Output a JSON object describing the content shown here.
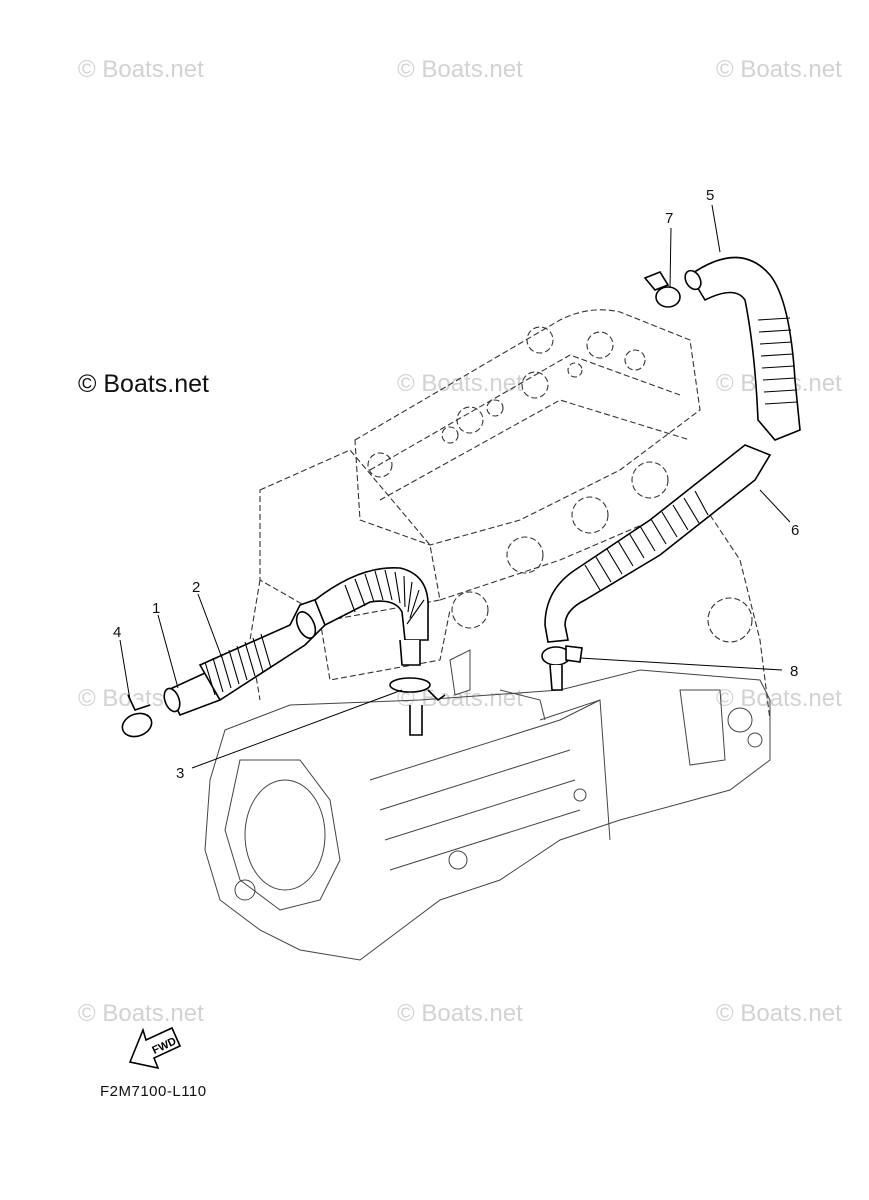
{
  "watermark": {
    "text": "© Boats.net"
  },
  "main_copyright": "© Boats.net",
  "drawing_code": "F2M7100-L110",
  "fwd_arrow": {
    "label": "FWD"
  },
  "callouts": {
    "c1": "1",
    "c2": "2",
    "c3": "3",
    "c4": "4",
    "c5": "5",
    "c6": "6",
    "c7": "7",
    "c8": "8"
  }
}
